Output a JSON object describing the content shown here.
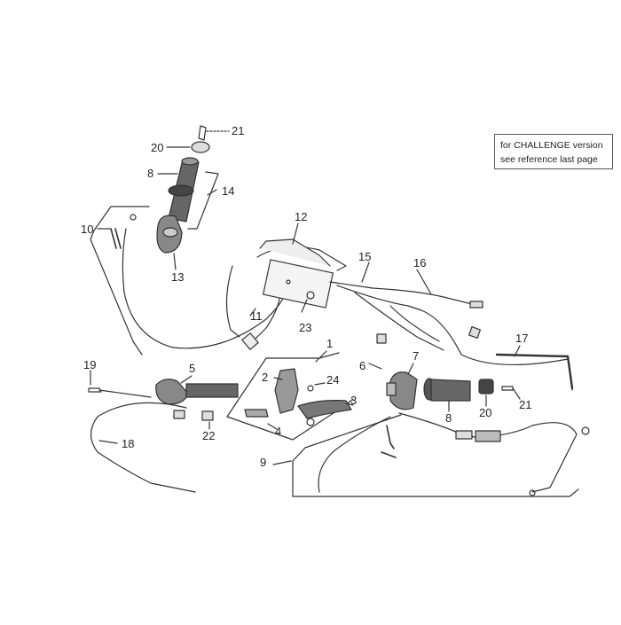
{
  "note": {
    "line1": "for CHALLENGE version",
    "line2": "see reference last page"
  },
  "callouts": [
    {
      "id": "c21a",
      "label": "21"
    },
    {
      "id": "c20a",
      "label": "20"
    },
    {
      "id": "c8a",
      "label": "8"
    },
    {
      "id": "c14",
      "label": "14"
    },
    {
      "id": "c10",
      "label": "10"
    },
    {
      "id": "c13",
      "label": "13"
    },
    {
      "id": "c12",
      "label": "12"
    },
    {
      "id": "c15",
      "label": "15"
    },
    {
      "id": "c16",
      "label": "16"
    },
    {
      "id": "c11",
      "label": "11"
    },
    {
      "id": "c23",
      "label": "23"
    },
    {
      "id": "c17",
      "label": "17"
    },
    {
      "id": "c1",
      "label": "1"
    },
    {
      "id": "c19",
      "label": "19"
    },
    {
      "id": "c5",
      "label": "5"
    },
    {
      "id": "c2",
      "label": "2"
    },
    {
      "id": "c24",
      "label": "24"
    },
    {
      "id": "c6",
      "label": "6"
    },
    {
      "id": "c7",
      "label": "7"
    },
    {
      "id": "c3",
      "label": "3"
    },
    {
      "id": "c8b",
      "label": "8"
    },
    {
      "id": "c20b",
      "label": "20"
    },
    {
      "id": "c21b",
      "label": "21"
    },
    {
      "id": "c22",
      "label": "22"
    },
    {
      "id": "c4",
      "label": "4"
    },
    {
      "id": "c18",
      "label": "18"
    },
    {
      "id": "c9",
      "label": "9"
    }
  ]
}
